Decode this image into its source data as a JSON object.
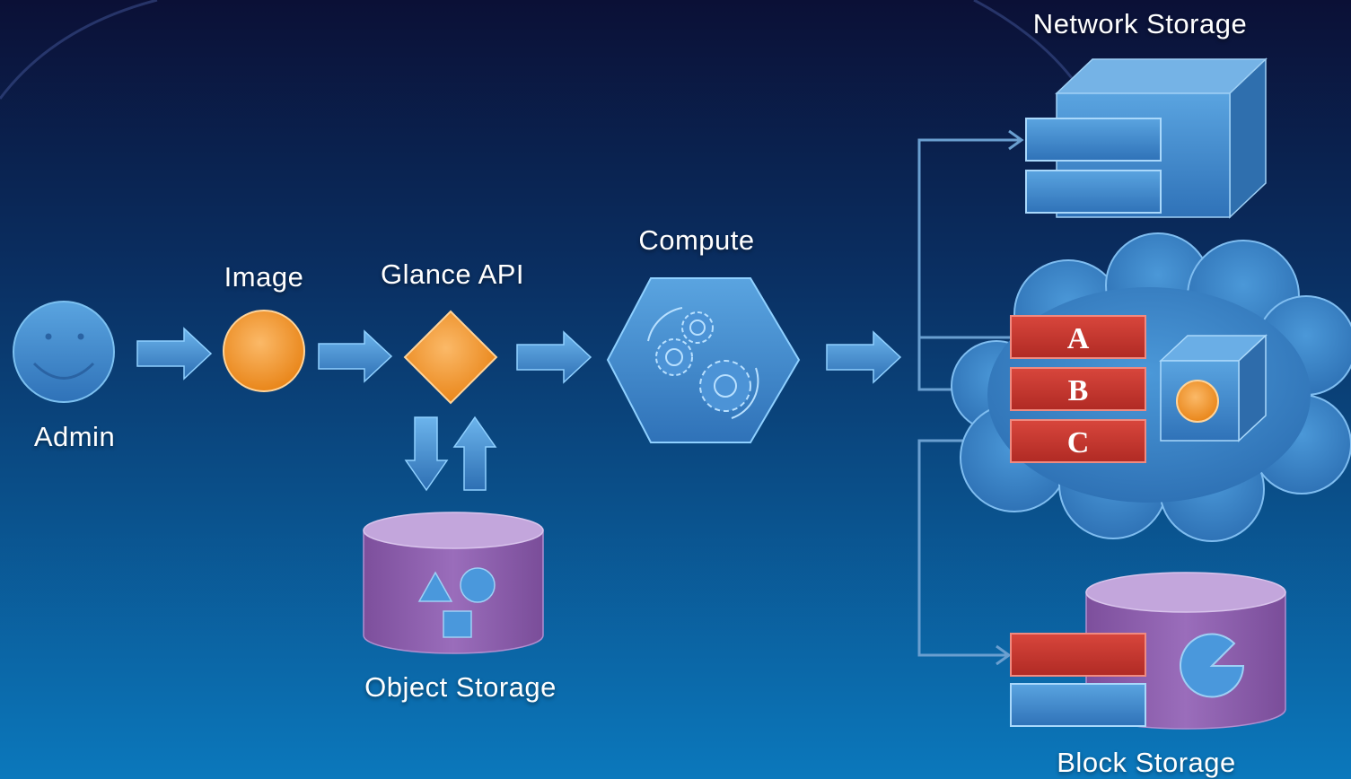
{
  "labels": {
    "admin": "Admin",
    "image": "Image",
    "glance_api": "Glance API",
    "compute": "Compute",
    "network_storage": "Network Storage",
    "object_storage": "Object Storage",
    "block_storage": "Block Storage"
  },
  "volumes": {
    "a": "A",
    "b": "B",
    "c": "C"
  },
  "colors": {
    "background_top": "#0b1036",
    "background_bottom": "#0b78bc",
    "blue_shape": "#3f8ccf",
    "orange": "#f29a2e",
    "purple": "#8a5cac",
    "red": "#c8382f",
    "text": "#ffffff"
  },
  "icons": [
    "smiley-face-icon",
    "arrow-right-icon",
    "diamond-icon",
    "gears-icon",
    "cube-icon",
    "cloud-icon",
    "database-cylinder-icon",
    "shapes-icon",
    "pie-chart-icon"
  ]
}
